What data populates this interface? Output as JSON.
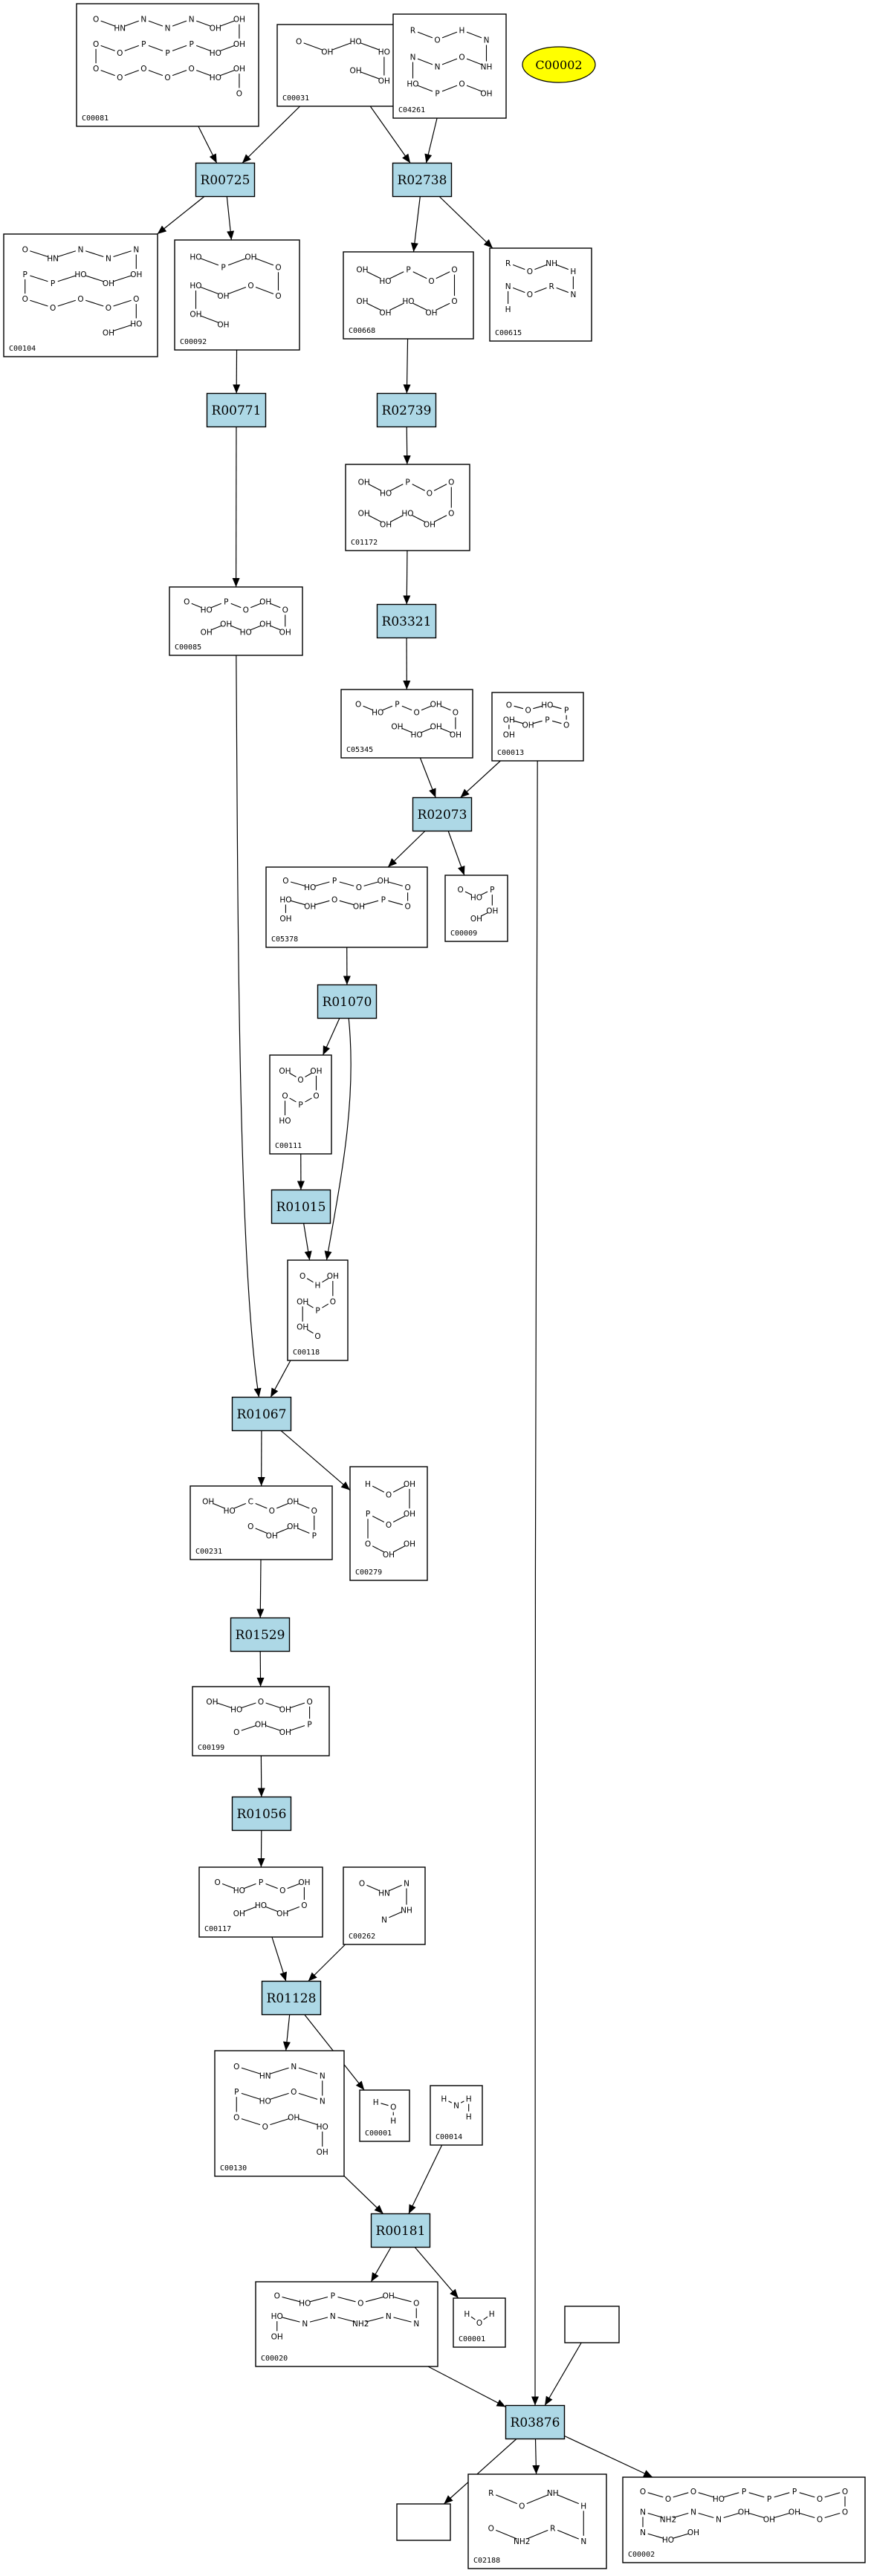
{
  "nodes": {
    "c00081": {
      "id": "C00081"
    },
    "c00031": {
      "id": "C00031"
    },
    "c04261": {
      "id": "C04261"
    },
    "c00104": {
      "id": "C00104"
    },
    "c00092": {
      "id": "C00092"
    },
    "c00668": {
      "id": "C00668"
    },
    "c00615": {
      "id": "C00615"
    },
    "c01172": {
      "id": "C01172"
    },
    "c00085": {
      "id": "C00085"
    },
    "c05345": {
      "id": "C05345"
    },
    "c00013": {
      "id": "C00013"
    },
    "c05378": {
      "id": "C05378"
    },
    "c00009": {
      "id": "C00009"
    },
    "c00111": {
      "id": "C00111"
    },
    "c00118": {
      "id": "C00118"
    },
    "c00231": {
      "id": "C00231"
    },
    "c00279": {
      "id": "C00279"
    },
    "c00199": {
      "id": "C00199"
    },
    "c00117": {
      "id": "C00117"
    },
    "c00262": {
      "id": "C00262"
    },
    "c00130": {
      "id": "C00130"
    },
    "c00001a": {
      "id": "C00001"
    },
    "c00014": {
      "id": "C00014"
    },
    "c00020": {
      "id": "C00020"
    },
    "c00001b": {
      "id": "C00001"
    },
    "c02188": {
      "id": "C02188"
    },
    "c00002": {
      "id": "C00002"
    }
  },
  "reactions": {
    "r00725": "R00725",
    "r02738": "R02738",
    "r00771": "R00771",
    "r02739": "R02739",
    "r03321": "R03321",
    "r02073": "R02073",
    "r01070": "R01070",
    "r01015": "R01015",
    "r01067": "R01067",
    "r01529": "R01529",
    "r01056": "R01056",
    "r01128": "R01128",
    "r00181": "R00181",
    "r03876": "R03876"
  },
  "highlight": {
    "label": "C00002",
    "color": "#ffff00"
  },
  "colors": {
    "reaction_fill": "#add8e6",
    "box_stroke": "#000000"
  },
  "structures": {
    "c00081": {
      "atoms": [
        "O",
        "HN",
        "N",
        "N",
        "N",
        "OH",
        "OH",
        "OH",
        "HO",
        "P",
        "P",
        "P",
        "O",
        "O",
        "O",
        "O",
        "O",
        "O",
        "O",
        "HO",
        "OH",
        "O"
      ]
    },
    "c00031": {
      "atoms": [
        "O",
        "OH",
        "HO",
        "HO",
        "OH",
        "OH"
      ]
    },
    "c04261": {
      "atoms": [
        "R",
        "O",
        "H",
        "N",
        "NH",
        "O",
        "N",
        "N",
        "HO",
        "P",
        "O",
        "OH"
      ]
    },
    "c00104": {
      "atoms": [
        "O",
        "HN",
        "N",
        "N",
        "N",
        "OH",
        "OH",
        "HO",
        "P",
        "P",
        "O",
        "O",
        "O",
        "O",
        "O",
        "HO",
        "OH"
      ]
    },
    "c00092": {
      "atoms": [
        "HO",
        "P",
        "OH",
        "O",
        "O",
        "O",
        "OH",
        "HO",
        "OH",
        "OH"
      ]
    },
    "c00668": {
      "atoms": [
        "OH",
        "HO",
        "P",
        "O",
        "O",
        "O",
        "OH",
        "HO",
        "OH",
        "OH"
      ]
    },
    "c00615": {
      "atoms": [
        "R",
        "O",
        "NH",
        "H",
        "N",
        "R",
        "O",
        "N",
        "H"
      ]
    },
    "c01172": {
      "atoms": [
        "OH",
        "HO",
        "P",
        "O",
        "O",
        "O",
        "OH",
        "HO",
        "OH",
        "OH"
      ]
    },
    "c00085": {
      "atoms": [
        "O",
        "HO",
        "P",
        "O",
        "OH",
        "O",
        "OH",
        "OH",
        "HO",
        "OH",
        "OH"
      ]
    },
    "c05345": {
      "atoms": [
        "O",
        "HO",
        "P",
        "O",
        "OH",
        "O",
        "OH",
        "OH",
        "HO",
        "OH"
      ]
    },
    "c00013": {
      "atoms": [
        "O",
        "O",
        "HO",
        "P",
        "O",
        "P",
        "OH",
        "OH",
        "OH"
      ]
    },
    "c05378": {
      "atoms": [
        "O",
        "HO",
        "P",
        "O",
        "OH",
        "O",
        "O",
        "P",
        "OH",
        "O",
        "OH",
        "HO",
        "OH"
      ]
    },
    "c00009": {
      "atoms": [
        "O",
        "HO",
        "P",
        "OH",
        "OH"
      ]
    },
    "c00111": {
      "atoms": [
        "OH",
        "O",
        "OH",
        "O",
        "P",
        "O",
        "HO"
      ]
    },
    "c00118": {
      "atoms": [
        "O",
        "H",
        "OH",
        "O",
        "P",
        "OH",
        "OH",
        "O"
      ]
    },
    "c00231": {
      "atoms": [
        "OH",
        "HO",
        "C",
        "O",
        "OH",
        "O",
        "P",
        "OH",
        "OH",
        "O"
      ]
    },
    "c00279": {
      "atoms": [
        "H",
        "O",
        "OH",
        "OH",
        "O",
        "P",
        "O",
        "OH",
        "OH"
      ]
    },
    "c00199": {
      "atoms": [
        "OH",
        "HO",
        "O",
        "OH",
        "O",
        "P",
        "OH",
        "OH",
        "O"
      ]
    },
    "c00117": {
      "atoms": [
        "O",
        "HO",
        "P",
        "O",
        "OH",
        "O",
        "OH",
        "HO",
        "OH"
      ]
    },
    "c00262": {
      "atoms": [
        "O",
        "HN",
        "N",
        "NH",
        "N"
      ]
    },
    "c00130": {
      "atoms": [
        "O",
        "HN",
        "N",
        "N",
        "N",
        "O",
        "HO",
        "P",
        "O",
        "O",
        "OH",
        "HO",
        "OH"
      ]
    },
    "c00001a": {
      "atoms": [
        "H",
        "O",
        "H"
      ]
    },
    "c00014": {
      "atoms": [
        "H",
        "N",
        "H",
        "H"
      ]
    },
    "c00020": {
      "atoms": [
        "O",
        "HO",
        "P",
        "O",
        "OH",
        "O",
        "N",
        "N",
        "NH2",
        "N",
        "N",
        "HO",
        "OH"
      ]
    },
    "c00001b": {
      "atoms": [
        "H",
        "O",
        "H"
      ]
    },
    "c02188": {
      "atoms": [
        "R",
        "O",
        "NH",
        "H",
        "N",
        "R",
        "NH2",
        "O"
      ]
    },
    "c00002": {
      "atoms": [
        "O",
        "O",
        "O",
        "HO",
        "P",
        "P",
        "P",
        "O",
        "O",
        "O",
        "O",
        "OH",
        "OH",
        "OH",
        "N",
        "N",
        "NH2",
        "N",
        "N",
        "HO",
        "OH"
      ]
    }
  }
}
